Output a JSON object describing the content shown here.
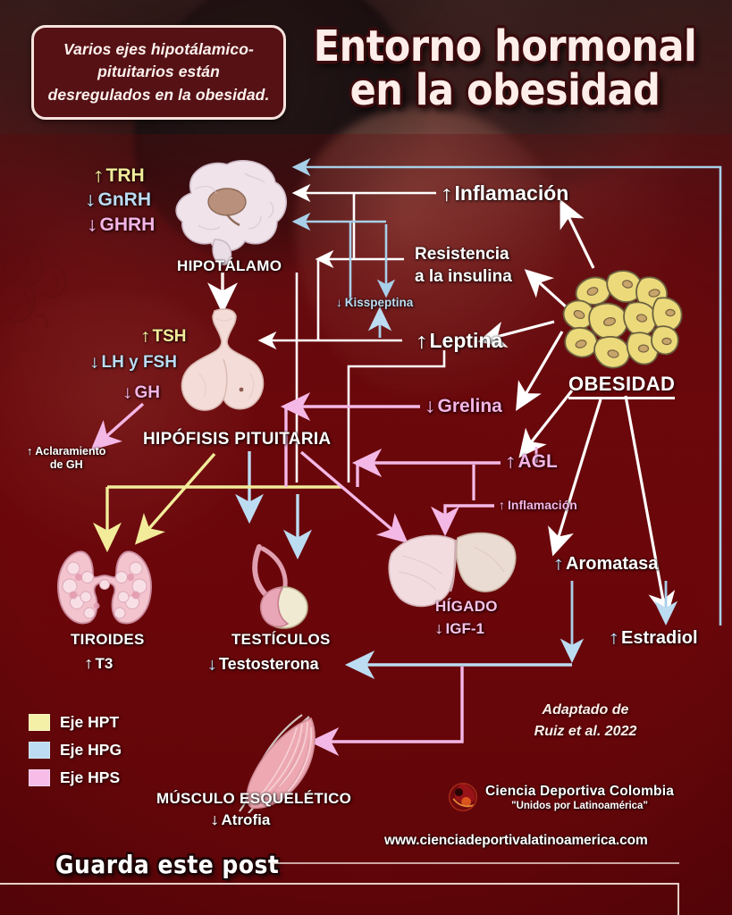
{
  "header": {
    "callout": "Varios ejes hipotálamico-pituitarios están desregulados en la obesidad.",
    "title_line1": "Entorno hormonal",
    "title_line2": "en la obesidad"
  },
  "hypothalamus": {
    "organ_label": "HIPOTÁLAMO",
    "hormones": [
      {
        "arrow": "↑",
        "text": "TRH",
        "color": "#f2ec9a"
      },
      {
        "arrow": "↓",
        "text": "GnRH",
        "color": "#bcdcf2"
      },
      {
        "arrow": "↓",
        "text": "GHRH",
        "color": "#f6b4e4"
      }
    ]
  },
  "pituitary": {
    "organ_label": "HIPÓFISIS PITUITARIA",
    "hormones": [
      {
        "arrow": "↑",
        "text": "TSH",
        "color": "#f2ec9a"
      },
      {
        "arrow": "↓",
        "text": "LH y FSH",
        "color": "#bcdcf2"
      },
      {
        "arrow": "↓",
        "text": "GH",
        "color": "#f6b4e4"
      }
    ],
    "gh_clearance": {
      "arrow": "↑",
      "line1": "Aclaramiento",
      "line2": "de GH"
    }
  },
  "adipose": {
    "label": "OBESIDAD"
  },
  "signals": {
    "inflammation": {
      "arrow": "↑",
      "text": "Inflamación"
    },
    "insulin_resistance_line1": "Resistencia",
    "insulin_resistance_line2": "a la insulina",
    "kisspeptin": {
      "arrow": "↓",
      "text": "Kisspeptina"
    },
    "leptin": {
      "arrow": "↑",
      "text": "Leptina"
    },
    "ghrelin": {
      "arrow": "↓",
      "text": "Grelina"
    },
    "agl": {
      "arrow": "↑",
      "text": "AGL"
    },
    "liver_inflammation": {
      "arrow": "↑",
      "text": "Inflamación"
    },
    "aromatase": {
      "arrow": "↑",
      "text": "Aromatasa"
    },
    "estradiol": {
      "arrow": "↑",
      "text": "Estradiol"
    }
  },
  "organs": [
    {
      "name": "TIROIDES",
      "marker": {
        "arrow": "↑",
        "text": "T3"
      }
    },
    {
      "name": "TESTÍCULOS",
      "marker": {
        "arrow": "↓",
        "text": "Testosterona"
      }
    },
    {
      "name": "HÍGADO",
      "marker": {
        "arrow": "↓",
        "text": "IGF-1"
      }
    },
    {
      "name": "MÚSCULO ESQUELÉTICO",
      "marker": {
        "arrow": "↓",
        "text": "Atrofia"
      }
    }
  ],
  "legend": {
    "items": [
      {
        "label": "Eje HPT",
        "color": "#f5f0a8"
      },
      {
        "label": "Eje HPG",
        "color": "#bbdcf2"
      },
      {
        "label": "Eje HPS",
        "color": "#f7bde8"
      }
    ]
  },
  "footer": {
    "adapted_line1": "Adaptado de",
    "adapted_line2": "Ruiz et al. 2022",
    "brand_name": "Ciencia Deportiva Colombia",
    "brand_tagline": "\"Unidos por Latinoamérica\"",
    "website": "www.cienciadeportivalatinoamerica.com",
    "cta": "Guarda este post"
  }
}
